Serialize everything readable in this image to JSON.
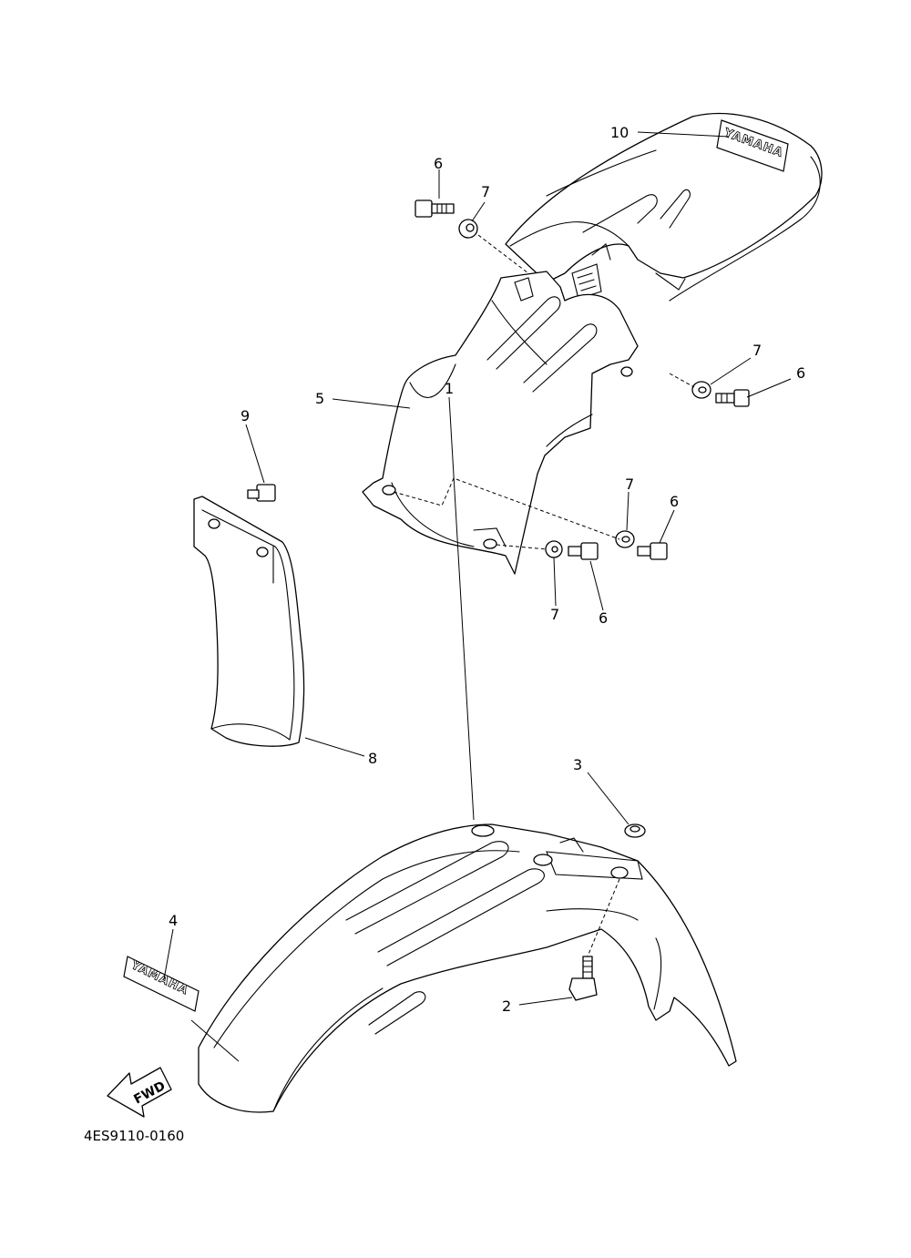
{
  "diagram": {
    "document_id": "4ES9110-0160",
    "direction_label": "FWD",
    "logo_text": "YAMAHA",
    "callouts": [
      {
        "id": "c1",
        "number": "1"
      },
      {
        "id": "c2",
        "number": "2"
      },
      {
        "id": "c3",
        "number": "3"
      },
      {
        "id": "c4",
        "number": "4"
      },
      {
        "id": "c5",
        "number": "5"
      },
      {
        "id": "c6a",
        "number": "6"
      },
      {
        "id": "c6b",
        "number": "6"
      },
      {
        "id": "c6c",
        "number": "6"
      },
      {
        "id": "c6d",
        "number": "6"
      },
      {
        "id": "c7a",
        "number": "7"
      },
      {
        "id": "c7b",
        "number": "7"
      },
      {
        "id": "c7c",
        "number": "7"
      },
      {
        "id": "c7d",
        "number": "7"
      },
      {
        "id": "c8",
        "number": "8"
      },
      {
        "id": "c9",
        "number": "9"
      },
      {
        "id": "c10",
        "number": "10"
      }
    ]
  }
}
